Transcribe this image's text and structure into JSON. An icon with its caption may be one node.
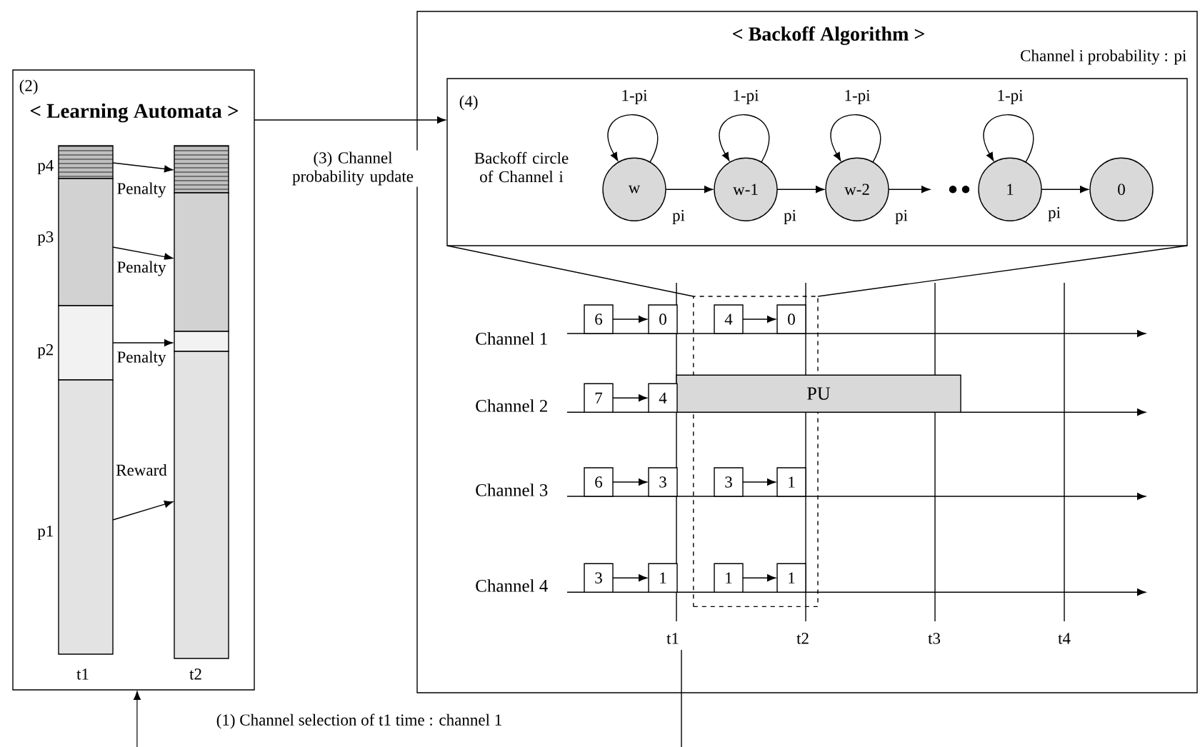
{
  "diagram": {
    "nodes": [
      {
        "text": [
          "(2)",
          "< Learning Automata >"
        ]
      },
      {
        "text": [],
        "shape": "bar",
        "in": 0,
        "beside": [
          "p4"
        ]
      },
      {
        "text": [],
        "shape": "bar",
        "in": 0,
        "beside": [
          "p3"
        ]
      },
      {
        "text": [],
        "shape": "bar",
        "in": 0,
        "beside": [
          "p2"
        ]
      },
      {
        "text": [],
        "shape": "bar",
        "in": 0,
        "beside": [
          "p1",
          "t1"
        ]
      },
      {
        "text": [],
        "shape": "bar",
        "in": 0
      },
      {
        "text": [],
        "shape": "bar",
        "in": 0
      },
      {
        "text": [],
        "shape": "bar",
        "in": 0
      },
      {
        "text": [],
        "shape": "bar",
        "in": 0,
        "beside": [
          "t2"
        ]
      },
      {
        "text": [
          "< Backoff Algorithm >"
        ]
      },
      {
        "text": [
          "(4)",
          "Backoff circle of Channel i"
        ],
        "in": 9
      },
      {
        "text": [
          "w"
        ],
        "in": 10
      },
      {
        "text": [
          "w-1"
        ],
        "in": 10
      },
      {
        "text": [
          "w-2"
        ],
        "in": 10
      },
      {
        "text": [
          "1"
        ],
        "in": 10
      },
      {
        "text": [
          "0"
        ],
        "in": 10
      },
      {
        "text": [],
        "shape": "box",
        "in": 9
      },
      {
        "text": [
          "PU"
        ],
        "in": 9
      },
      {
        "text": [
          "6"
        ],
        "in": 9
      },
      {
        "text": [
          "0"
        ],
        "in": 9
      },
      {
        "text": [
          "4"
        ],
        "in": 16
      },
      {
        "text": [
          "0"
        ],
        "in": 16
      },
      {
        "text": [
          "7"
        ],
        "in": 9
      },
      {
        "text": [
          "4"
        ],
        "in": 9
      },
      {
        "text": [
          "6"
        ],
        "in": 9
      },
      {
        "text": [
          "3"
        ],
        "in": 9
      },
      {
        "text": [
          "3"
        ],
        "in": 16
      },
      {
        "text": [
          "1"
        ],
        "in": 16
      },
      {
        "text": [
          "3"
        ],
        "in": 9
      },
      {
        "text": [
          "1"
        ],
        "in": 9
      },
      {
        "text": [
          "1"
        ],
        "in": 16
      },
      {
        "text": [
          "1"
        ],
        "in": 16
      }
    ],
    "edges": [
      {
        "from": 1,
        "to": 5,
        "arrow": "to",
        "label": "Penalty"
      },
      {
        "from": 2,
        "to": 6,
        "arrow": "to",
        "label": "Penalty"
      },
      {
        "from": 3,
        "to": 7,
        "arrow": "to",
        "label": "Penalty"
      },
      {
        "from": 4,
        "to": 8,
        "arrow": "to",
        "label": "Reward"
      },
      {
        "from": 0,
        "to": 10,
        "arrow": "to",
        "label": "(3) Channel probability update"
      },
      {
        "from": 11,
        "to": 11,
        "arrow": "to",
        "label": "1-pi"
      },
      {
        "from": 12,
        "to": 12,
        "arrow": "to",
        "label": "1-pi"
      },
      {
        "from": 13,
        "to": 13,
        "arrow": "to",
        "label": "1-pi"
      },
      {
        "from": 14,
        "to": 14,
        "arrow": "to",
        "label": "1-pi"
      },
      {
        "from": 11,
        "to": 12,
        "arrow": "to",
        "label": "pi"
      },
      {
        "from": 12,
        "to": 13,
        "arrow": "to",
        "label": "pi"
      },
      {
        "from": 13,
        "to": null,
        "arrow": "to",
        "label": "pi"
      },
      {
        "from": 14,
        "to": 15,
        "arrow": "to",
        "label": "pi"
      },
      {
        "from": 10,
        "to": 16,
        "arrow": "none"
      },
      {
        "from": 10,
        "to": 16,
        "arrow": "none"
      },
      {
        "from": 18,
        "to": 19,
        "arrow": "to"
      },
      {
        "from": 20,
        "to": 21,
        "arrow": "to"
      },
      {
        "from": 22,
        "to": 23,
        "arrow": "to"
      },
      {
        "from": 24,
        "to": 25,
        "arrow": "to"
      },
      {
        "from": 26,
        "to": 27,
        "arrow": "to"
      },
      {
        "from": 28,
        "to": 29,
        "arrow": "to"
      },
      {
        "from": 30,
        "to": 31,
        "arrow": "to"
      },
      {
        "from": null,
        "to": 0,
        "arrow": "to"
      }
    ],
    "labels": [
      "Channel i probability : pi",
      "Channel 1",
      "Channel 2",
      "Channel 3",
      "Channel 4",
      "t1",
      "t2",
      "t3",
      "t4",
      "(1) Channel selection of t1 time : channel 1"
    ]
  }
}
